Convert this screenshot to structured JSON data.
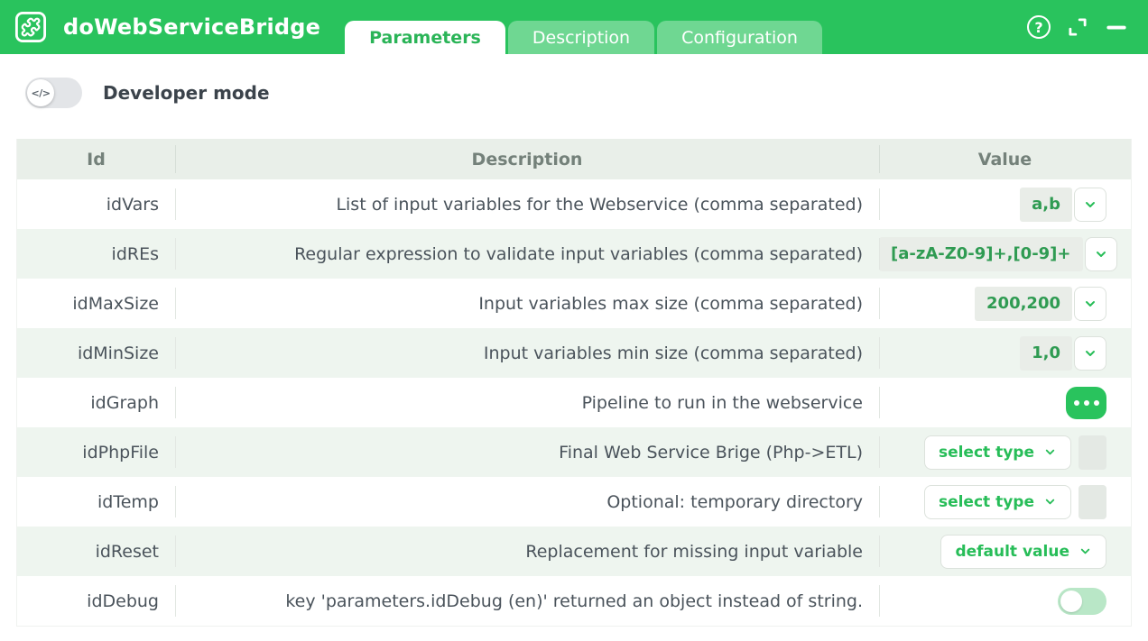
{
  "header": {
    "title": "doWebServiceBridge",
    "tabs": [
      {
        "label": "Parameters",
        "active": true
      },
      {
        "label": "Description",
        "active": false
      },
      {
        "label": "Configuration",
        "active": false
      }
    ],
    "help_icon": "?",
    "icons": [
      "puzzle-logo-icon",
      "help-icon",
      "expand-icon",
      "minimize-icon"
    ]
  },
  "developer_mode": {
    "label": "Developer mode",
    "enabled": false,
    "knob_glyph": "</>"
  },
  "table": {
    "columns": [
      "Id",
      "Description",
      "Value"
    ],
    "rows": [
      {
        "id": "idVars",
        "description": "List of input variables for the Webservice (comma separated)",
        "value": "a,b",
        "control": "value-chip-with-dropdown"
      },
      {
        "id": "idREs",
        "description": "Regular expression to validate input variables (comma separated)",
        "value": "[a-zA-Z0-9]+,[0-9]+",
        "control": "value-chip-with-dropdown"
      },
      {
        "id": "idMaxSize",
        "description": "Input variables max size (comma separated)",
        "value": "200,200",
        "control": "value-chip-with-dropdown"
      },
      {
        "id": "idMinSize",
        "description": "Input variables min size (comma separated)",
        "value": "1,0",
        "control": "value-chip-with-dropdown"
      },
      {
        "id": "idGraph",
        "description": "Pipeline to run in the webservice",
        "value": "",
        "control": "ellipsis-button"
      },
      {
        "id": "idPhpFile",
        "description": "Final Web Service Brige (Php->ETL)",
        "value": "select type",
        "control": "select-dropdown-with-box"
      },
      {
        "id": "idTemp",
        "description": "Optional: temporary directory",
        "value": "select type",
        "control": "select-dropdown-with-box"
      },
      {
        "id": "idReset",
        "description": "Replacement for missing input variable",
        "value": "default value",
        "control": "select-dropdown"
      },
      {
        "id": "idDebug",
        "description": "key 'parameters.idDebug (en)' returned an object instead of string.",
        "value": "off",
        "control": "toggle"
      }
    ]
  },
  "colors": {
    "accent_green": "#29c35d",
    "tab_inactive": "rgba(255,255,255,0.33)",
    "active_tab_text": "#2ab457",
    "table_header_bg": "#e9efe9",
    "row_alt_bg": "#eef5ef",
    "chip_bg": "#e9ede8",
    "chip_text": "#2f9b52",
    "select_text": "#27bd58",
    "body_text": "#4a535b",
    "toggle_off_bg": "#e3e5e8",
    "toggle_green_bg": "#b9e7c7"
  }
}
